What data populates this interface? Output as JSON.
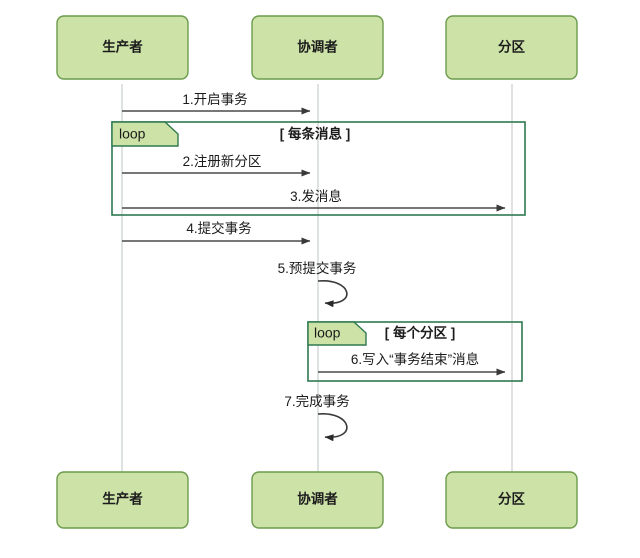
{
  "diagram": {
    "type": "sequence-diagram",
    "background_color": "#ffffff",
    "actor_fill": "#cde2a7",
    "actor_border": "#6b9b4b",
    "frame_border": "#2f7a50",
    "line_color": "#4a4a4a",
    "lifeline_color": "#d6dbd8"
  },
  "actors": [
    {
      "id": "producer",
      "label": "生产者"
    },
    {
      "id": "coordinator",
      "label": "协调者"
    },
    {
      "id": "partition",
      "label": "分区"
    }
  ],
  "messages": [
    {
      "index": "1",
      "label": "1.开启事务",
      "from": "producer",
      "to": "coordinator",
      "kind": "call"
    },
    {
      "index": "2",
      "label": "2.注册新分区",
      "from": "producer",
      "to": "coordinator",
      "kind": "call"
    },
    {
      "index": "3",
      "label": "3.发消息",
      "from": "producer",
      "to": "partition",
      "kind": "call"
    },
    {
      "index": "4",
      "label": "4.提交事务",
      "from": "producer",
      "to": "coordinator",
      "kind": "call"
    },
    {
      "index": "5",
      "label": "5.预提交事务",
      "from": "coordinator",
      "to": "coordinator",
      "kind": "self"
    },
    {
      "index": "6",
      "label": "6.写入“事务结束”消息",
      "from": "coordinator",
      "to": "partition",
      "kind": "call"
    },
    {
      "index": "7",
      "label": "7.完成事务",
      "from": "coordinator",
      "to": "coordinator",
      "kind": "self"
    }
  ],
  "frames": [
    {
      "id": "loop-每条消息",
      "tab": "loop",
      "condition": "[ 每条消息 ]"
    },
    {
      "id": "loop-每个分区",
      "tab": "loop",
      "condition": "[ 每个分区 ]"
    }
  ]
}
